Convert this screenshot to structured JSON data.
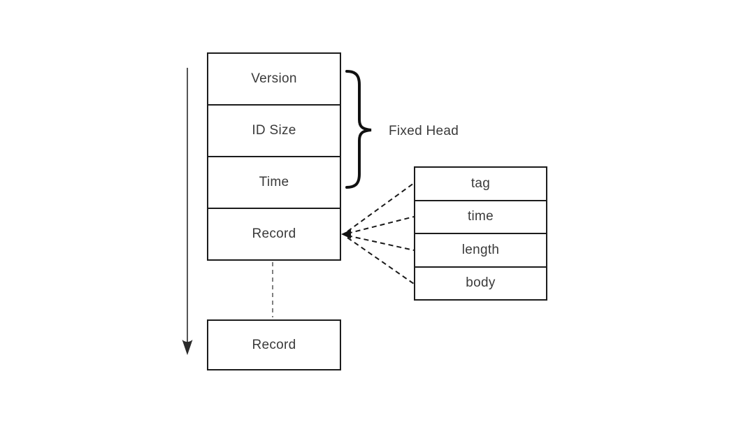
{
  "diagram": {
    "main_stack": {
      "rows": [
        {
          "label": "Version"
        },
        {
          "label": "ID Size"
        },
        {
          "label": "Time"
        },
        {
          "label": "Record"
        }
      ]
    },
    "brace_label": "Fixed Head",
    "record_box": {
      "label": "Record"
    },
    "detail_stack": {
      "rows": [
        {
          "label": "tag"
        },
        {
          "label": "time"
        },
        {
          "label": "length"
        },
        {
          "label": "body"
        }
      ]
    },
    "colors": {
      "border": "#1c1c1c",
      "text": "#3a3a3a",
      "background": "#ffffff",
      "dashed_line": "#1a1a1a",
      "connector": "#4a4a4a"
    }
  }
}
